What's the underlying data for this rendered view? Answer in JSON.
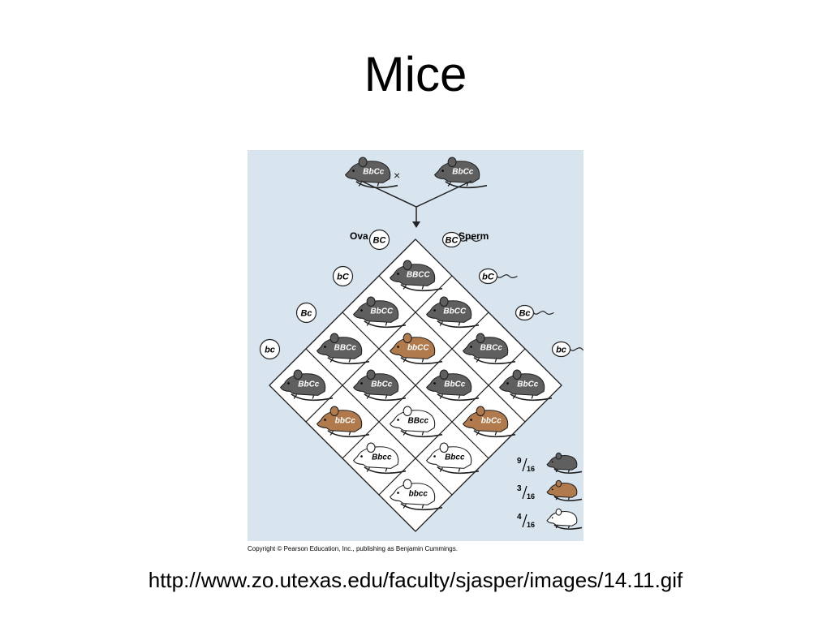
{
  "slide": {
    "title": "Mice",
    "source_url": "http://www.zo.utexas.edu/faculty/sjasper/images/14.11.gif"
  },
  "figure": {
    "copyright": "Copyright © Pearson Education, Inc., publishing as Benjamin Cummings.",
    "parents": {
      "left": "BbCc",
      "right": "BbCc",
      "cross_symbol": "×"
    },
    "gamete_labels": {
      "ova": "Ova",
      "sperm": "Sperm"
    },
    "ova": [
      "BC",
      "bC",
      "Bc",
      "bc"
    ],
    "sperm": [
      "BC",
      "bC",
      "Bc",
      "bc"
    ],
    "offspring": [
      [
        "BBCC",
        "BbCC",
        "BBCc",
        "BbCc"
      ],
      [
        "BbCC",
        "bbCC",
        "BbCc",
        "bbCc"
      ],
      [
        "BBCc",
        "BbCc",
        "BBcc",
        "Bbcc"
      ],
      [
        "BbCc",
        "bbCc",
        "Bbcc",
        "bbcc"
      ]
    ],
    "ratios": [
      {
        "numerator": "9",
        "denominator": "16",
        "phenotype": "black"
      },
      {
        "numerator": "3",
        "denominator": "16",
        "phenotype": "brown"
      },
      {
        "numerator": "4",
        "denominator": "16",
        "phenotype": "white"
      }
    ],
    "colors": {
      "background": "#d8e5ee",
      "black_mouse": "#5f5f5f",
      "brown_mouse": "#b07a4c",
      "white_mouse": "#ffffff",
      "outline": "#222222"
    }
  }
}
